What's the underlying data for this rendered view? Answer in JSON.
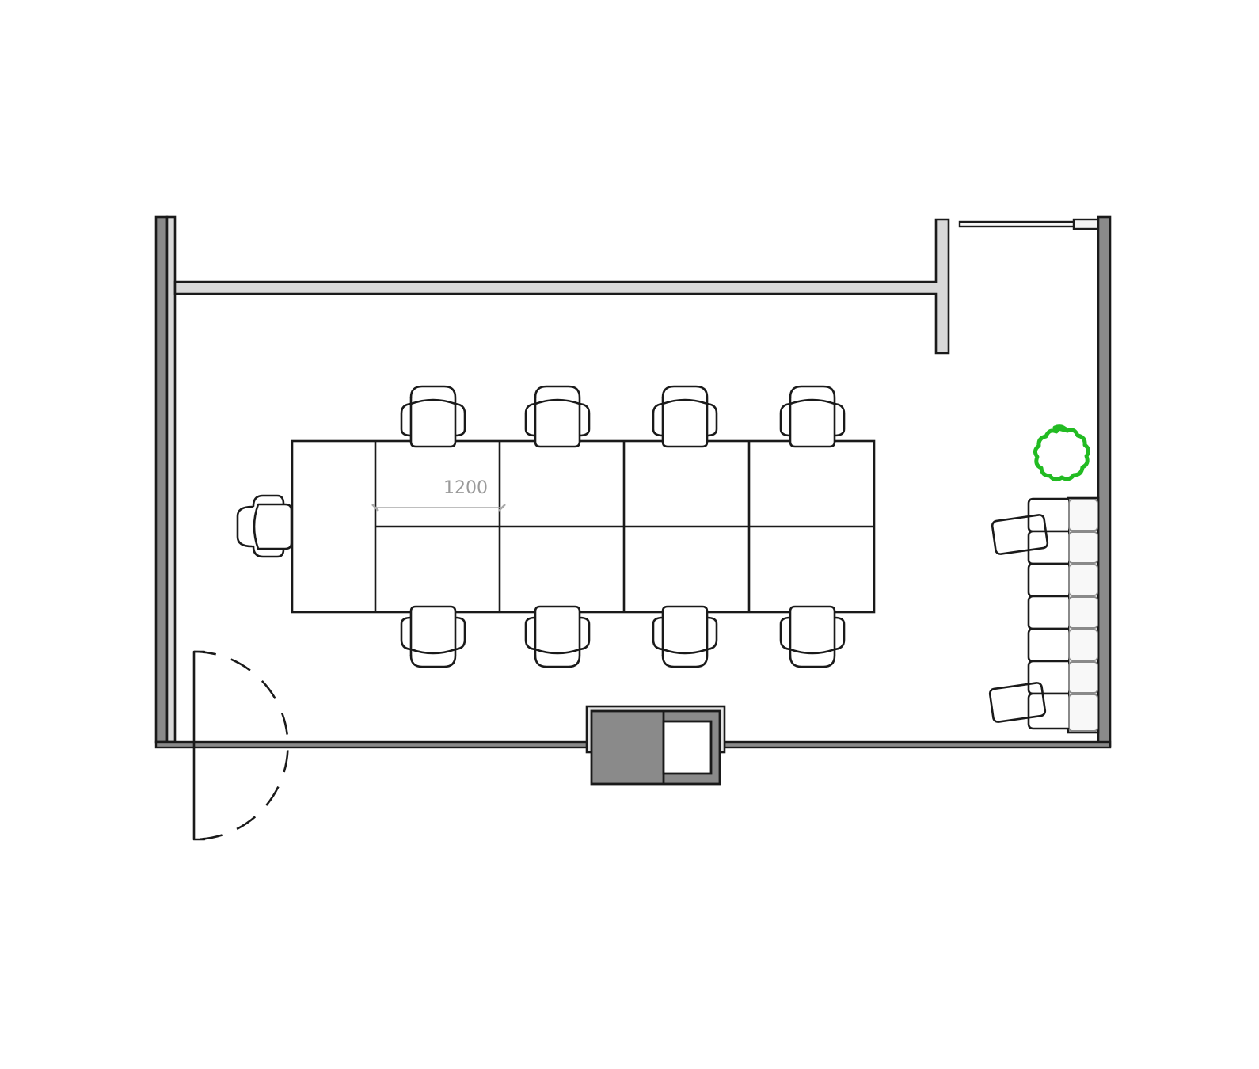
{
  "colors": {
    "background": "#ffffff",
    "line": "#1a1a1a",
    "wall_exterior": "#8a8a8a",
    "wall_interior": "#d8d8d8",
    "sofa_back": "#f8f8f8",
    "plant": "#22bb22",
    "dimension": "#9a9a9a",
    "cabinet": "#8a8a8a"
  },
  "plan": {
    "type": "conference-room-floor-plan",
    "dimension_label": "1200",
    "table": {
      "modules_per_side": 4,
      "rows": 2,
      "has_end_extension": true
    },
    "chairs": {
      "top_row": 4,
      "bottom_row": 4,
      "head": 1,
      "total": 9
    },
    "lounge": {
      "sofa_seat_cushions": 7,
      "armchairs": 2
    },
    "plant": {
      "count": 1
    },
    "door": {
      "type": "swing-door",
      "style": "dashed-arc"
    },
    "sliding_door": {
      "count": 1
    },
    "cabinet": {
      "count": 1
    }
  }
}
